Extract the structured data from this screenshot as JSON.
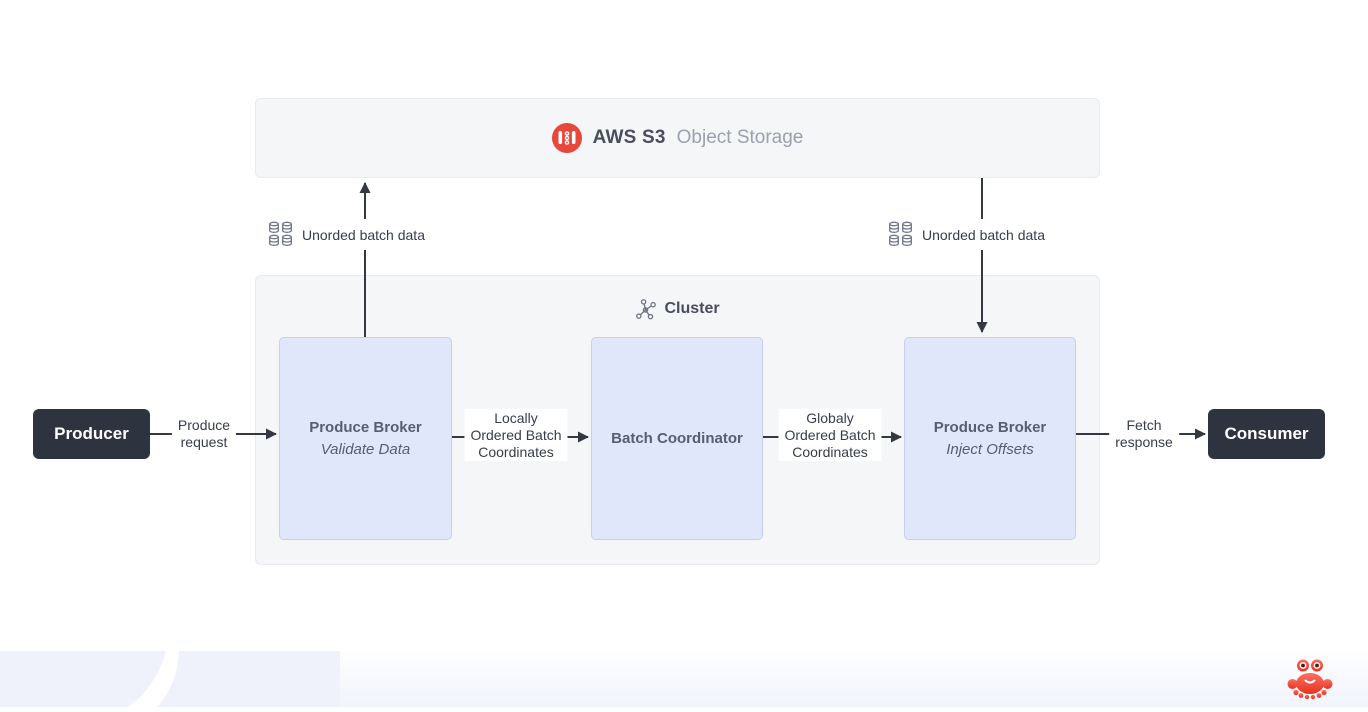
{
  "s3_panel": {
    "brand": "AWS S3",
    "title": "Object Storage",
    "icon": "s3-bucket-icon",
    "icon_color": "#E8473C"
  },
  "cluster_panel": {
    "label": "Cluster",
    "icon": "network-hub-icon"
  },
  "nodes": {
    "producer": {
      "label": "Producer"
    },
    "consumer": {
      "label": "Consumer"
    },
    "broker_validate": {
      "title": "Produce Broker",
      "subtitle": "Validate Data"
    },
    "batch_coordinator": {
      "title": "Batch Coordinator"
    },
    "broker_inject": {
      "title": "Produce Broker",
      "subtitle": "Inject Offsets"
    }
  },
  "edge_labels": {
    "produce_request": "Produce\nrequest",
    "locally_ordered": "Locally\nOrdered Batch\nCoordinates",
    "globally_ordered": "Globaly\nOrdered Batch\nCoordinates",
    "fetch_response": "Fetch\nresponse",
    "unordered_left": "Unorded batch data",
    "unordered_right": "Unorded batch data",
    "batch_icon": "database-grid-icon"
  },
  "footer": {
    "logo": "crab-icon",
    "logo_color": "#EE3B2C",
    "band_color": "#EFF2FB"
  },
  "colors": {
    "arrow": "#333843",
    "panel_bg": "#F5F6F8",
    "node_bg": "#E1E7FB",
    "node_border": "#C6CFEF",
    "dark_node_bg": "#2E3340"
  }
}
